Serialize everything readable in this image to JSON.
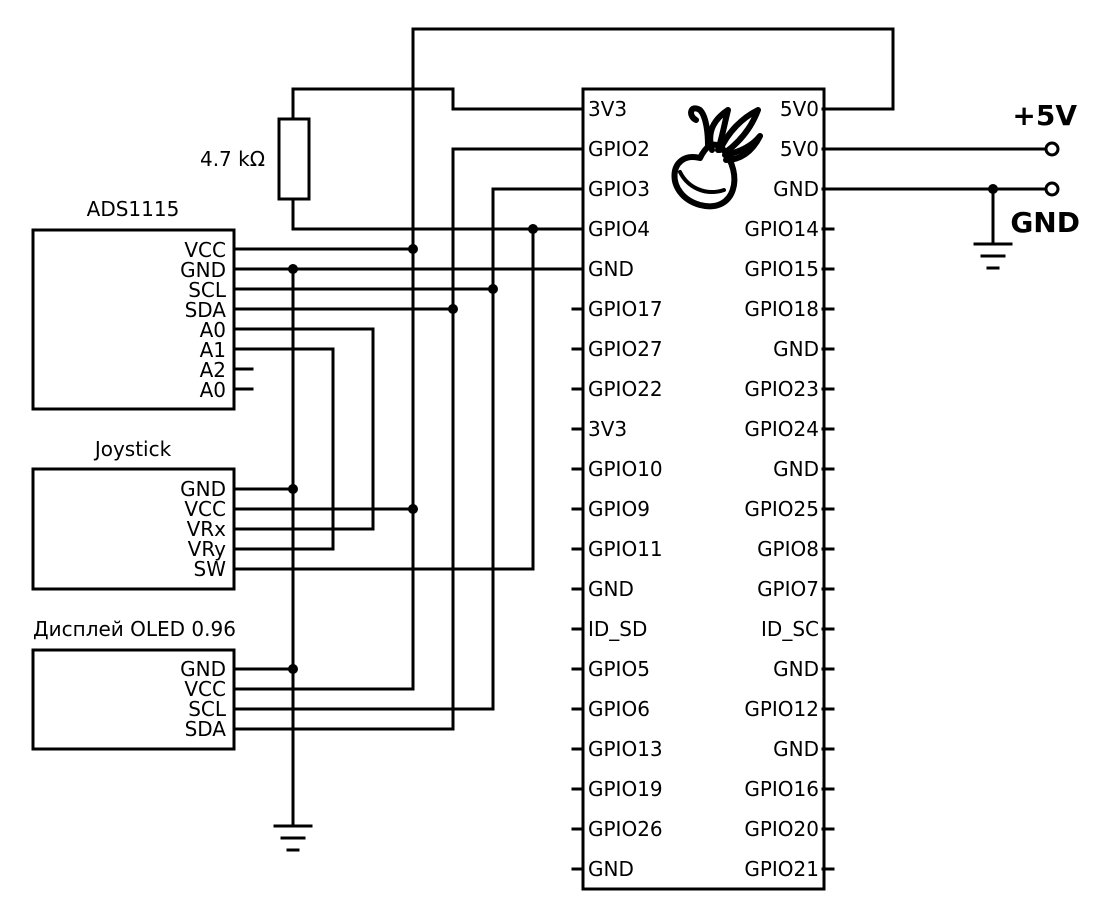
{
  "resistor": {
    "label": "4.7 kΩ"
  },
  "ads1115": {
    "title": "ADS1115",
    "pins": [
      "VCC",
      "GND",
      "SCL",
      "SDA",
      "A0",
      "A1",
      "A2",
      "A0"
    ]
  },
  "joystick": {
    "title": "Joystick",
    "pins": [
      "GND",
      "VCC",
      "VRx",
      "VRy",
      "SW"
    ]
  },
  "oled": {
    "title": "Дисплей OLED 0.96",
    "pins": [
      "GND",
      "VCC",
      "SCL",
      "SDA"
    ]
  },
  "raspberry_pi": {
    "left_pins": [
      "3V3",
      "GPIO2",
      "GPIO3",
      "GPIO4",
      "GND",
      "GPIO17",
      "GPIO27",
      "GPIO22",
      "3V3",
      "GPIO10",
      "GPIO9",
      "GPIO11",
      "GND",
      "ID_SD",
      "GPIO5",
      "GPIO6",
      "GPIO13",
      "GPIO19",
      "GPIO26",
      "GND"
    ],
    "right_pins": [
      "5V0",
      "5V0",
      "GND",
      "GPIO14",
      "GPIO15",
      "GPIO18",
      "GND",
      "GPIO23",
      "GPIO24",
      "GND",
      "GPIO25",
      "GPIO8",
      "GPIO7",
      "ID_SC",
      "GND",
      "GPIO12",
      "GND",
      "GPIO16",
      "GPIO20",
      "GPIO21"
    ]
  },
  "power": {
    "plus5v": "+5V",
    "gnd": "GND"
  }
}
